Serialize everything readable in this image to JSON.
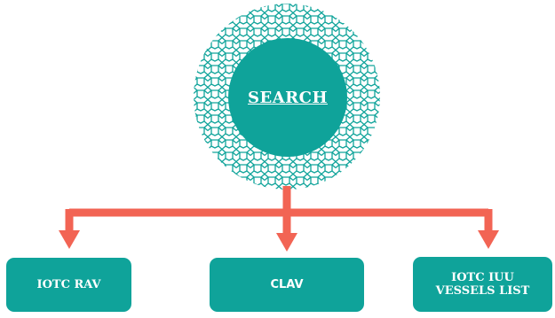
{
  "center": {
    "label": "SEARCH"
  },
  "nodes": [
    {
      "label": "IOTC RAV"
    },
    {
      "label": "CLAV"
    },
    {
      "label": "IOTC IUU\nVESSELS LIST"
    }
  ],
  "colors": {
    "teal": "#0fa39a",
    "pattern": "#0fa39a",
    "arrow": "#f26454",
    "text": "#ffffff"
  }
}
